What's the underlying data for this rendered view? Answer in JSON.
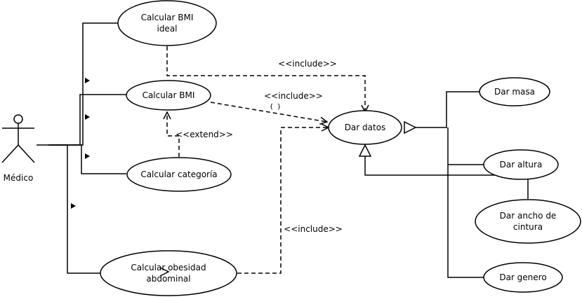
{
  "actor": {
    "name": "Médico"
  },
  "use_cases": {
    "bmi_ideal": {
      "line1": "Calcular BMI",
      "line2": "ideal"
    },
    "bmi": {
      "line1": "Calcular BMI"
    },
    "categoria": {
      "line1": "Calcular categoría"
    },
    "obesidad": {
      "line1": "Calcular obesidad",
      "line2": "abdominal"
    },
    "dar_datos": {
      "line1": "Dar datos"
    },
    "dar_masa": {
      "line1": "Dar masa"
    },
    "dar_altura": {
      "line1": "Dar altura"
    },
    "dar_ancho": {
      "line1": "Dar ancho de",
      "line2": "cintura"
    },
    "dar_genero": {
      "line1": "Dar genero"
    }
  },
  "relations": {
    "include_1": "<<include>>",
    "include_2": "<<include>>",
    "include_2_note": "{ }",
    "include_3": "<<include>>",
    "extend": "<<extend>>"
  }
}
